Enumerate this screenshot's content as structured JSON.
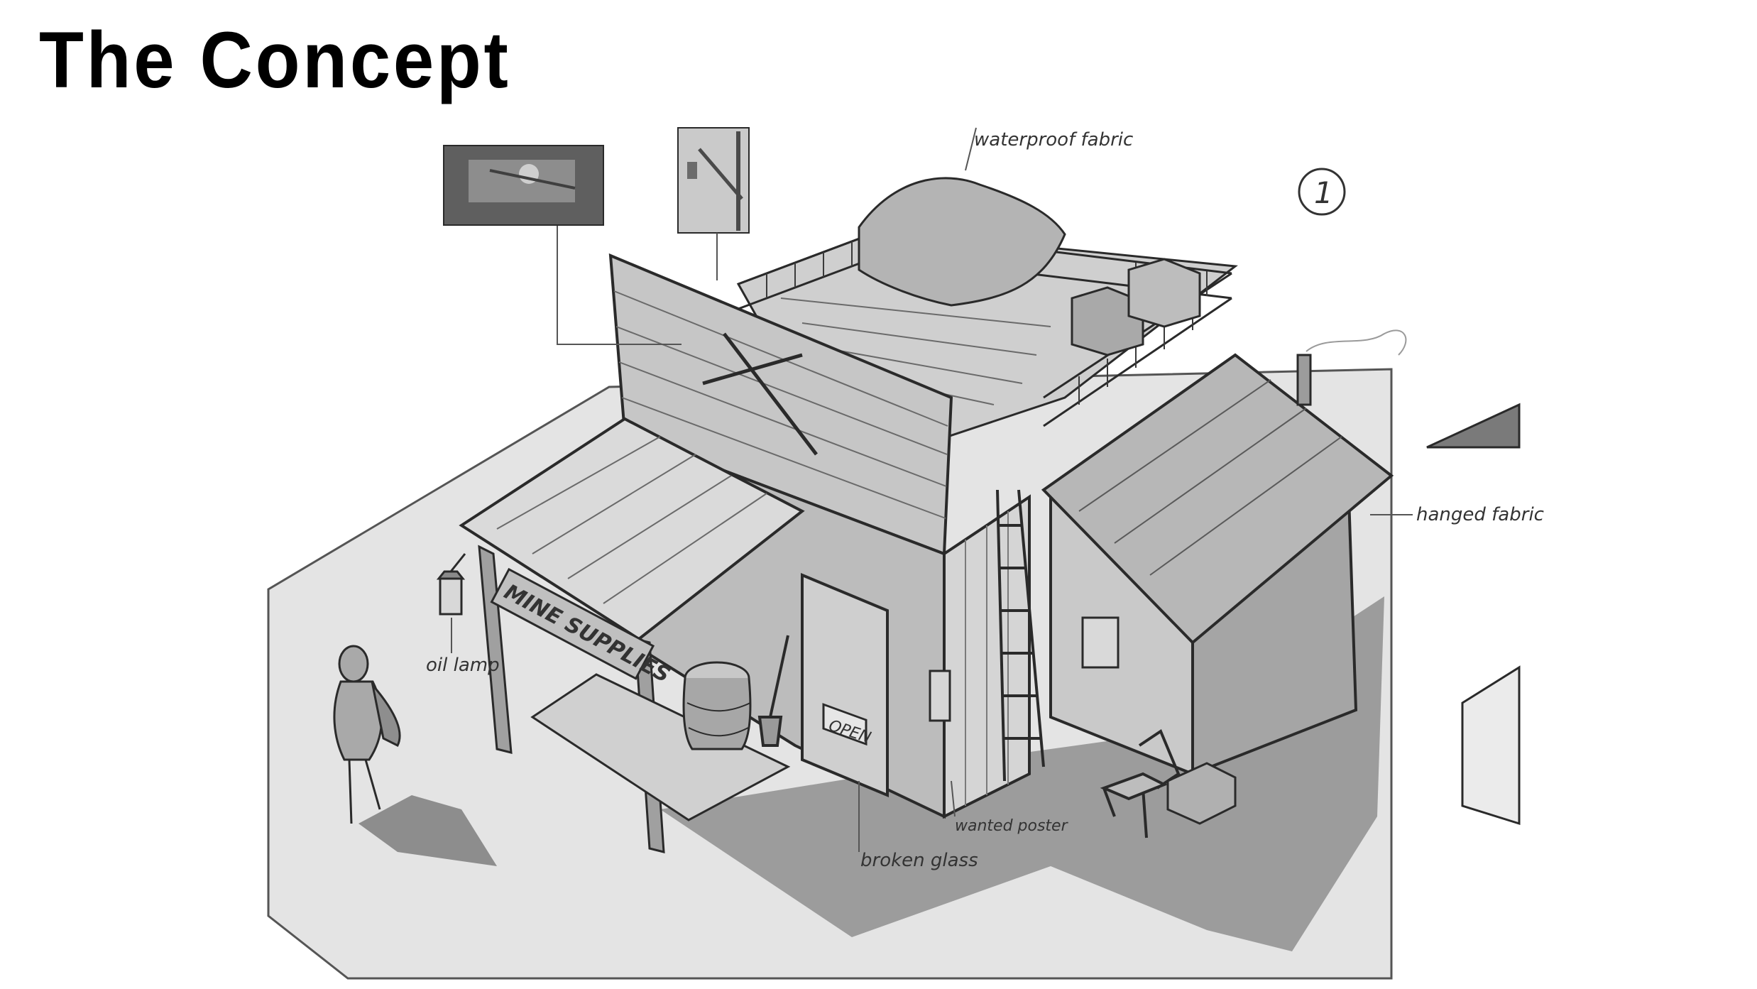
{
  "slide": {
    "title": "The Concept"
  },
  "sketch": {
    "sign_text": "MINE SUPPLIES",
    "door_sign": "OPEN",
    "page_number": "1",
    "annotations": {
      "waterproof_fabric": "waterproof fabric",
      "oil_lamp": "oil lamp",
      "hanged_fabric": "hanged fabric",
      "wanted_poster": "wanted poster",
      "broken_glass": "broken glass"
    }
  },
  "icons": {
    "lantern": "lantern-icon",
    "shovel": "shovel-icon",
    "barrel": "barrel-icon",
    "ladder": "ladder-icon",
    "chair": "chair-icon"
  },
  "colors": {
    "background": "#ffffff",
    "ground": "#e3e3e3",
    "wood_light": "#d2d2d2",
    "wood_mid": "#a9a9a9",
    "wood_dark": "#6f6f6f",
    "shadow": "#8c8c8c",
    "ink": "#2a2a2a"
  }
}
